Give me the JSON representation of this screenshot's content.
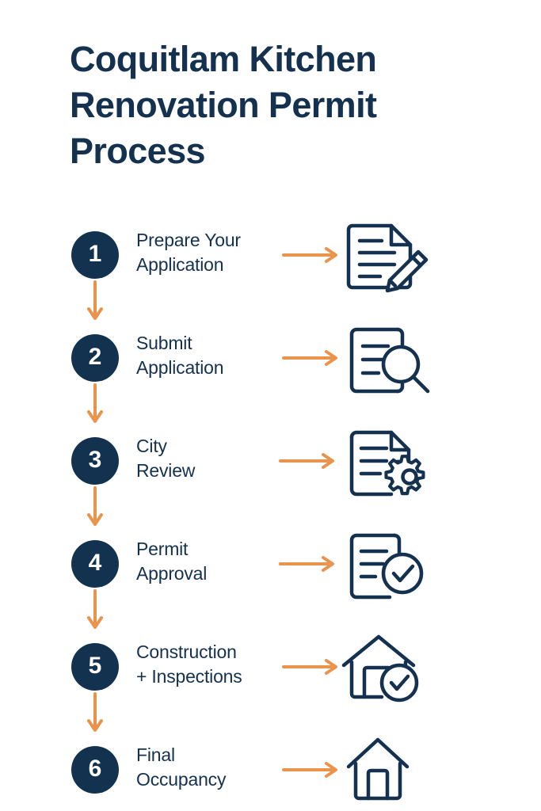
{
  "page": {
    "title": "Coquitlam Kitchen\nRenovation Permit\nProcess",
    "background_color": "#ffffff"
  },
  "colors": {
    "navy": "#13324f",
    "navy_text": "#14314f",
    "orange": "#e8944d",
    "white": "#ffffff"
  },
  "steps": [
    {
      "number": "1",
      "label": "Prepare Your\nApplication",
      "icon": "document-pencil-icon",
      "arrow": "arrow-right-icon",
      "connector": "arrow-down-icon"
    },
    {
      "number": "2",
      "label": "Submit\nApplication",
      "icon": "document-search-icon",
      "arrow": "arrow-right-icon",
      "connector": "arrow-down-icon"
    },
    {
      "number": "3",
      "label": "City\nReview",
      "icon": "document-gear-icon",
      "arrow": "arrow-right-icon",
      "connector": "arrow-down-icon"
    },
    {
      "number": "4",
      "label": "Permit\nApproval",
      "icon": "document-check-icon",
      "arrow": "arrow-right-icon",
      "connector": "arrow-down-icon"
    },
    {
      "number": "5",
      "label": "Construction\n+ Inspections",
      "icon": "house-check-icon",
      "arrow": "arrow-right-icon",
      "connector": "arrow-down-icon"
    },
    {
      "number": "6",
      "label": "Final\nOccupancy",
      "icon": "house-icon",
      "arrow": "arrow-right-icon",
      "connector": null
    }
  ]
}
